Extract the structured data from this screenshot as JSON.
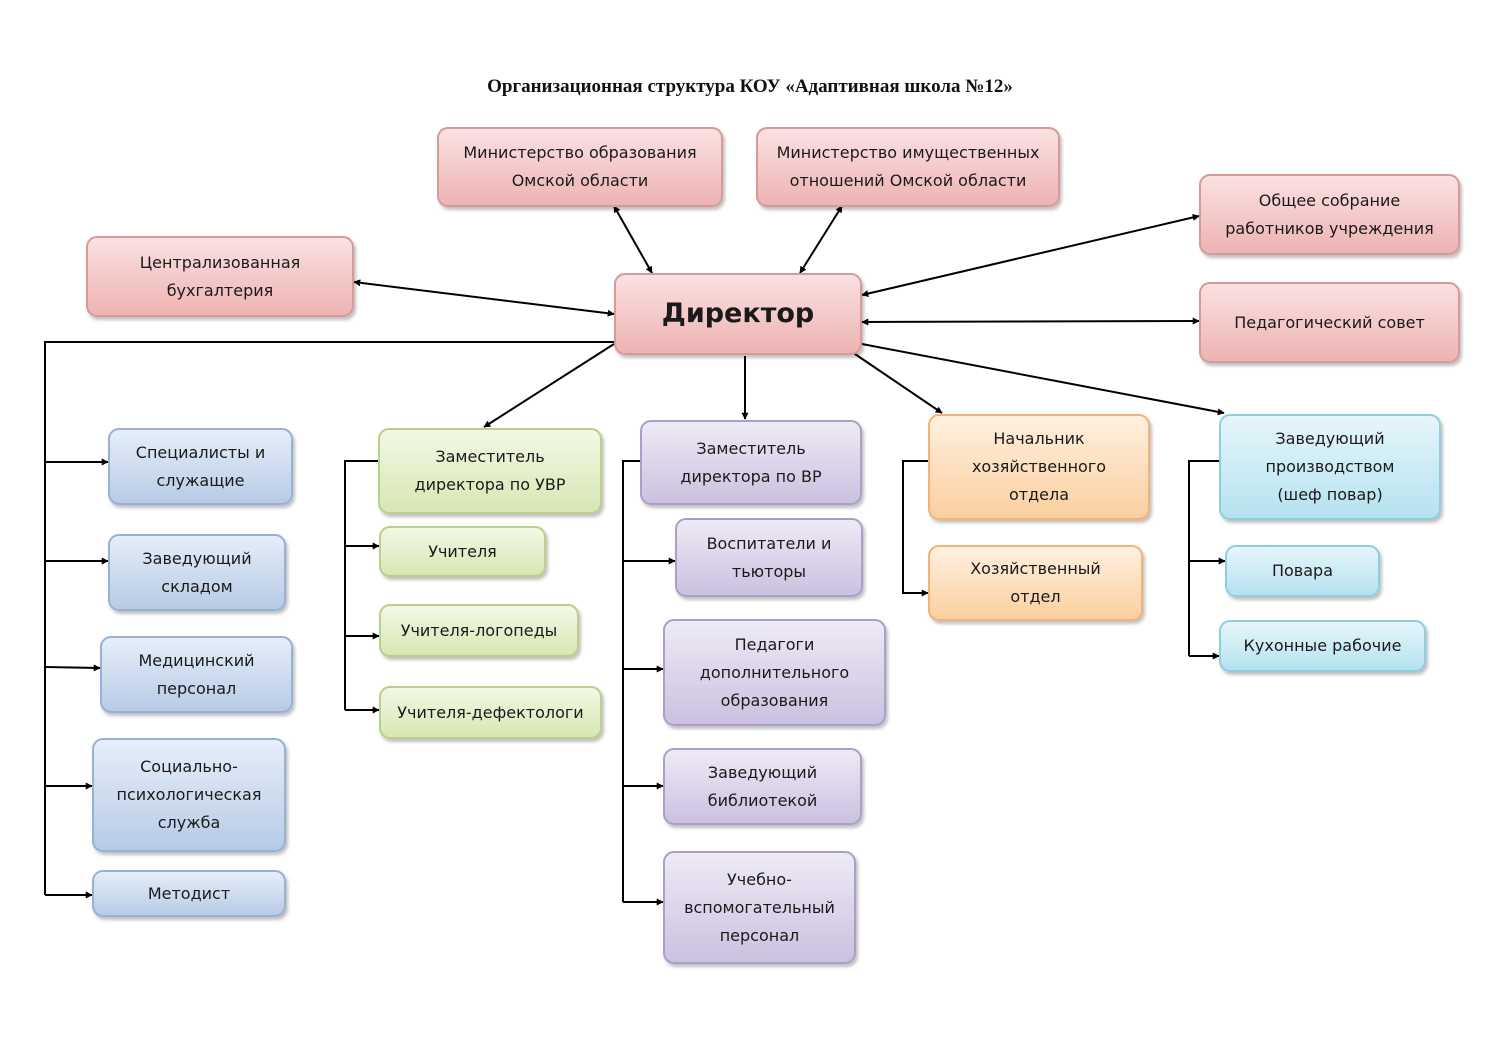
{
  "title": "Организационная структура КОУ «Адаптивная школа №12»",
  "nodes": {
    "ministry_edu": "Министерство образования\nОмской области",
    "ministry_prop": "Министерство имущественных\nотношений Омской области",
    "accounting": "Централизованная\nбухгалтерия",
    "general_meeting": "Общее собрание\nработников учреждения",
    "director": "Директор",
    "ped_council": "Педагогический совет",
    "specialists": "Специалисты и\nслужащие",
    "warehouse": "Заведующий\nскладом",
    "medical": "Медицинский\nперсонал",
    "social_psych": "Социально-\nпсихологическая\nслужба",
    "methodist": "Методист",
    "deputy_uvr": "Заместитель\nдиректора по УВР",
    "teachers": "Учителя",
    "speech_teachers": "Учителя-логопеды",
    "defect_teachers": "Учителя-дефектологи",
    "deputy_vr": "Заместитель\nдиректора по ВР",
    "tutors": "Воспитатели и\nтьюторы",
    "add_edu": "Педагоги\nдополнительного\nобразования",
    "library": "Заведующий\nбиблиотекой",
    "support_staff": "Учебно-\nвспомогательный\nперсонал",
    "household_head": "Начальник\nхозяйственного\nотдела",
    "household_dept": "Хозяйственный\nотдел",
    "chef": "Заведующий\nпроизводством\n(шеф повар)",
    "cooks": "Повара",
    "kitchen_workers": "Кухонные рабочие"
  },
  "colors": {
    "red": "#eeb3b3",
    "blue": "#b7cbe6",
    "green": "#d7e7b3",
    "purple": "#cbc1e0",
    "orange": "#fbcf9f",
    "cyan": "#b5e2ef",
    "line": "#000000"
  }
}
